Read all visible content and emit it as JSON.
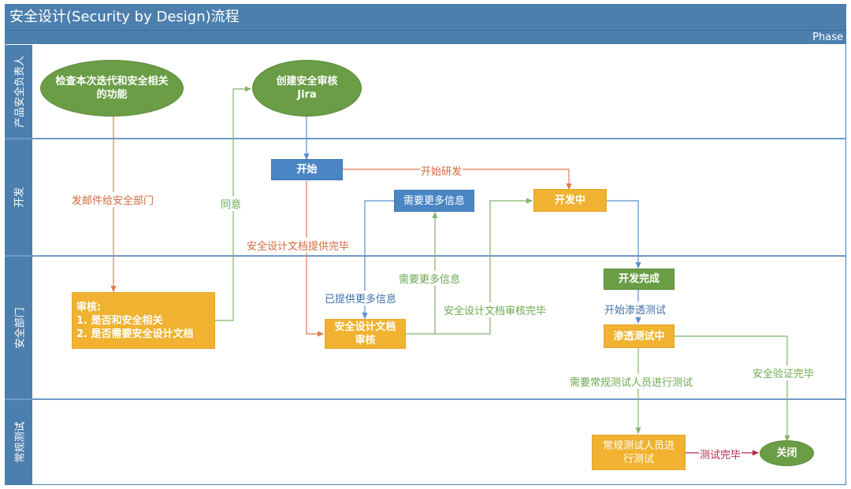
{
  "title": "安全设计(Security by Design)流程",
  "phase_label": "Phase",
  "lanes": [
    {
      "label": "产品安全负责人"
    },
    {
      "label": "开发"
    },
    {
      "label": "安全部门"
    },
    {
      "label": "常规测试"
    }
  ],
  "nodes": {
    "check_features": "检查本次迭代和安全相关的功能",
    "create_jira_line1": "创建安全审核",
    "create_jira_line2": "Jira",
    "start": "开始",
    "need_more_info": "需要更多信息",
    "developing": "开发中",
    "review_title": "审核:",
    "review_item1": "1. 是否和安全相关",
    "review_item2": "2. 是否需要安全设计文档",
    "design_doc_review_line1": "安全设计文档",
    "design_doc_review_line2": "审核",
    "dev_done": "开发完成",
    "pentesting": "渗透测试中",
    "regular_testing_line1": "常规测试人员进",
    "regular_testing_line2": "行测试",
    "close": "关闭"
  },
  "edge_labels": {
    "email_security": "发邮件给安全部门",
    "agree": "同意",
    "start_dev": "开始研发",
    "doc_provided": "安全设计文档提供完毕",
    "more_info_provided": "已提供更多信息",
    "need_more_info": "需要更多信息",
    "doc_review_done": "安全设计文档审核完毕",
    "start_pentest": "开始渗透测试",
    "need_regular_test": "需要常规测试人员进行测试",
    "security_verified": "安全验证完毕",
    "test_done": "测试完毕"
  },
  "colors": {
    "header": "#4d7fae",
    "blue_node": "#4a86c4",
    "orange_node": "#f0b230",
    "green_node": "#6a9d46",
    "edge_red": "#e07b53",
    "edge_green": "#7fb46a",
    "edge_blue": "#5b8fcf",
    "edge_dark_red": "#b8264a"
  }
}
